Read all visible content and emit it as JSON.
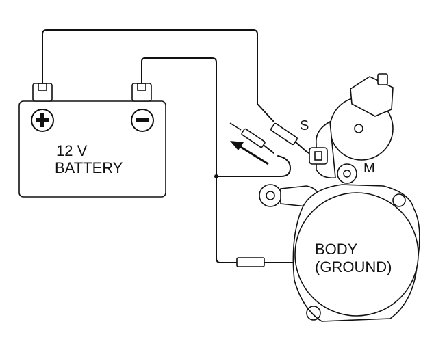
{
  "battery": {
    "voltage_label": "12 V",
    "name_label": "BATTERY",
    "positive_symbol": "+",
    "negative_symbol": "−"
  },
  "starter": {
    "s_terminal_label": "S",
    "m_terminal_label": "M",
    "body_label_line1": "BODY",
    "body_label_line2": "(GROUND)"
  },
  "colors": {
    "line": "#111111",
    "background": "#ffffff",
    "part_fill": "#e6e6e6"
  }
}
